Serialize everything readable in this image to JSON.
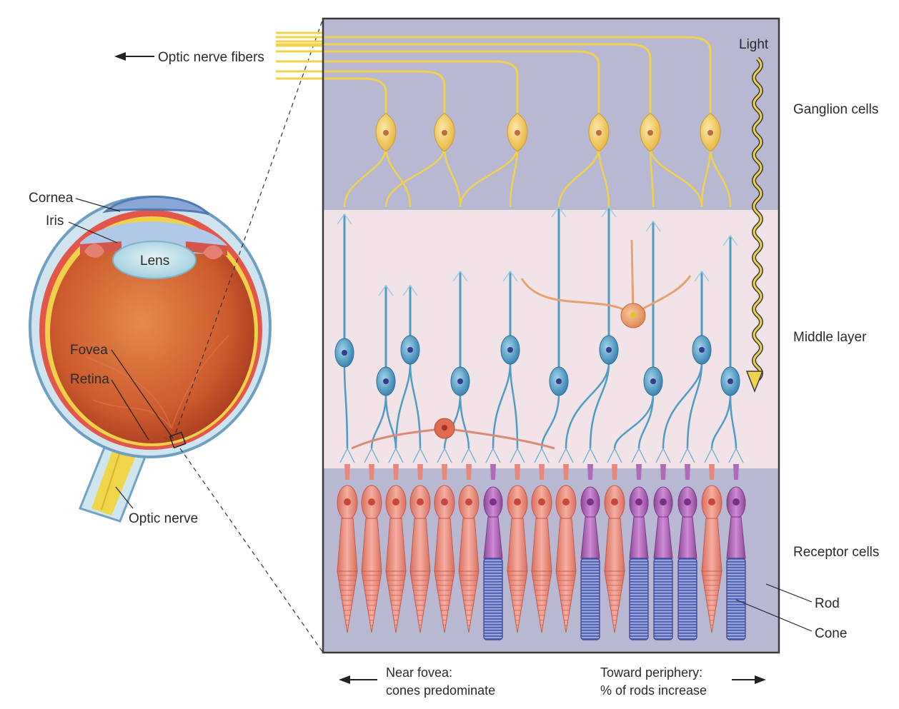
{
  "labels": {
    "optic_nerve_fibers": "Optic nerve fibers",
    "light": "Light",
    "ganglion_cells": "Ganglion cells",
    "middle_layer": "Middle layer",
    "receptor_cells": "Receptor cells",
    "rod": "Rod",
    "cone": "Cone",
    "cornea": "Cornea",
    "iris": "Iris",
    "lens": "Lens",
    "fovea": "Fovea",
    "retina": "Retina",
    "optic_nerve": "Optic nerve",
    "near_fovea_line1": "Near fovea:",
    "near_fovea_line2": "cones predominate",
    "periphery_line1": "Toward periphery:",
    "periphery_line2": "% of rods increase"
  },
  "receptors": [
    "cone",
    "cone",
    "cone",
    "cone",
    "cone",
    "cone",
    "rod",
    "cone",
    "cone",
    "cone",
    "rod",
    "cone",
    "rod",
    "rod",
    "rod",
    "cone",
    "rod"
  ],
  "colors": {
    "ganglion_layer": "#b9b8d3",
    "middle_layer": "#f1e3e8",
    "receptor_layer": "#b9b8d3",
    "nerve_fiber": "#f2d24a",
    "bipolar_cell": "#4f9cc4",
    "cone_cell": "#ee9486",
    "rod_cell": "#a05ca8",
    "amacrine_cell": "#e8a070",
    "eye_interior": "#c9552e"
  }
}
